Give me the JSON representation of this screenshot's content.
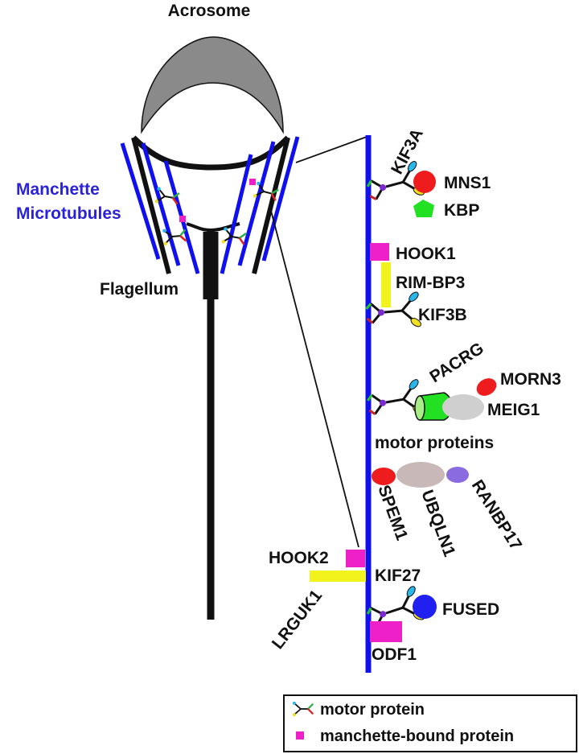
{
  "labels": {
    "acrosome": "Acrosome",
    "manchette_line1": "Manchette",
    "manchette_line2": "Microtubules",
    "flagellum": "Flagellum"
  },
  "proteins": {
    "kif3a": "KIF3A",
    "mns1": "MNS1",
    "kbp": "KBP",
    "hook1": "HOOK1",
    "rimbp3": "RIM-BP3",
    "kif3b": "KIF3B",
    "pacrg": "PACRG",
    "morn3": "MORN3",
    "meig1": "MEIG1",
    "motor_proteins": "motor proteins",
    "spem1": "SPEM1",
    "ubqln1": "UBQLN1",
    "ranbp17": "RANBP17",
    "hook2": "HOOK2",
    "kif27": "KIF27",
    "lrguk1": "LRGUK1",
    "fused": "FUSED",
    "odf1": "ODF1"
  },
  "legend": {
    "motor": "motor protein",
    "bound": "manchette-bound protein"
  },
  "colors": {
    "microtubule": "#1010ee",
    "magenta": "#ee20c8",
    "yellow": "#f2f21c",
    "red": "#ee1c1c",
    "green": "#22e022",
    "blue_sphere": "#2020f0",
    "lavender": "#8a6be0",
    "grey": "#cfcfcf",
    "taupe": "#c8b8b8",
    "acrosome": "#8a8a8a",
    "label_blue": "#2a22d8"
  }
}
